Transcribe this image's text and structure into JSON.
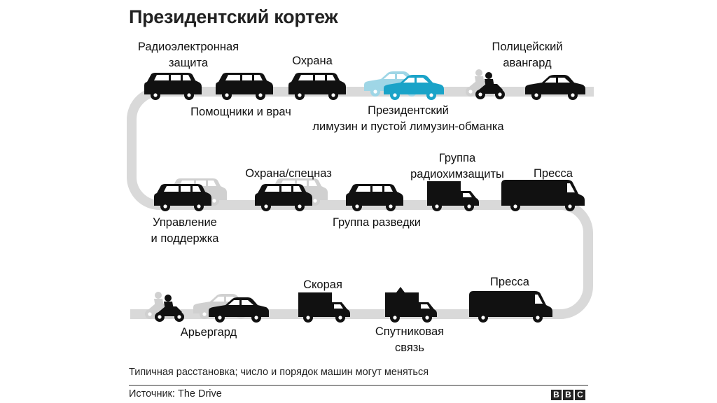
{
  "title": "Президентский кортеж",
  "labels": {
    "ewar": "Радиоэлектронная\nзащита",
    "security_top": "Охрана",
    "police": "Полицейский\nавангард",
    "aides": "Помощники и врач",
    "limo": "Президентский\nлимузин и пустой лимузин-обманка",
    "security_swat": "Охрана/спецназ",
    "hazmat": "Группа\nрадиохимзащиты",
    "press_mid": "Пресса",
    "control": "Управление\nи поддержка",
    "recon": "Группа разведки",
    "ambulance": "Скорая",
    "press_bottom": "Пресса",
    "rearguard": "Арьергард",
    "satcom": "Спутниковая\nсвязь"
  },
  "note": "Типичная расстановка; число и порядок машин могут меняться",
  "source": "Источник: The Drive",
  "logo": [
    "B",
    "B",
    "C"
  ],
  "colors": {
    "road": "#d9d9d9",
    "vehicle": "#111111",
    "ghost": "#d0d0d0",
    "limo": "#1aa3c8",
    "limo_ghost": "#9fd6e6"
  }
}
